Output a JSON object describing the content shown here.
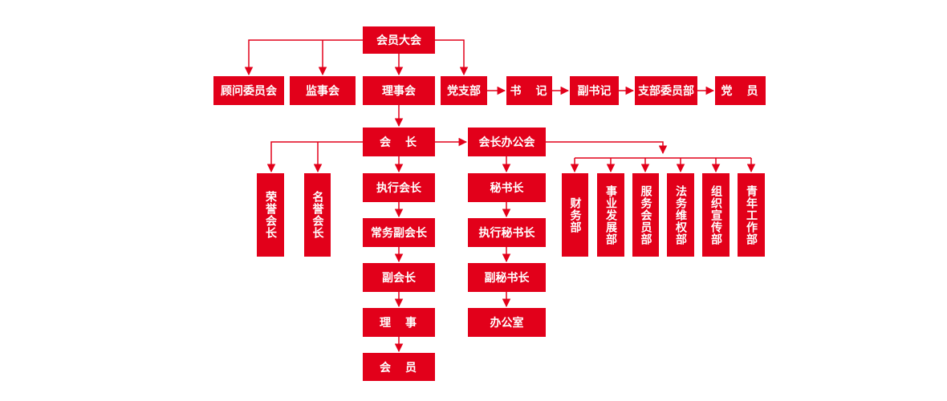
{
  "colors": {
    "accent": "#e2001a",
    "text": "#ffffff"
  },
  "nodes": {
    "assembly": "会员大会",
    "advisory": "顾问委员会",
    "supervisory": "监事会",
    "council": "理事会",
    "party_branch": "党支部",
    "secretary": "书　记",
    "deputy_secretary": "副书记",
    "branch_committee": "支部委员部",
    "party_member": "党　员",
    "president": "会　长",
    "president_office": "会长办公会",
    "honorary_president": "荣誉会长",
    "emeritus_president": "名誉会长",
    "executive_president": "执行会长",
    "standing_vice_president": "常务副会长",
    "vice_president": "副会长",
    "director": "理　事",
    "member": "会　员",
    "secretary_general": "秘书长",
    "executive_secretary_general": "执行秘书长",
    "deputy_secretary_general": "副秘书长",
    "office": "办公室",
    "finance_dept": "财务部",
    "business_dev_dept": "事业发展部",
    "member_service_dept": "服务会员部",
    "legal_rights_dept": "法务维权部",
    "publicity_dept": "组织宣传部",
    "youth_dept": "青年工作部"
  }
}
